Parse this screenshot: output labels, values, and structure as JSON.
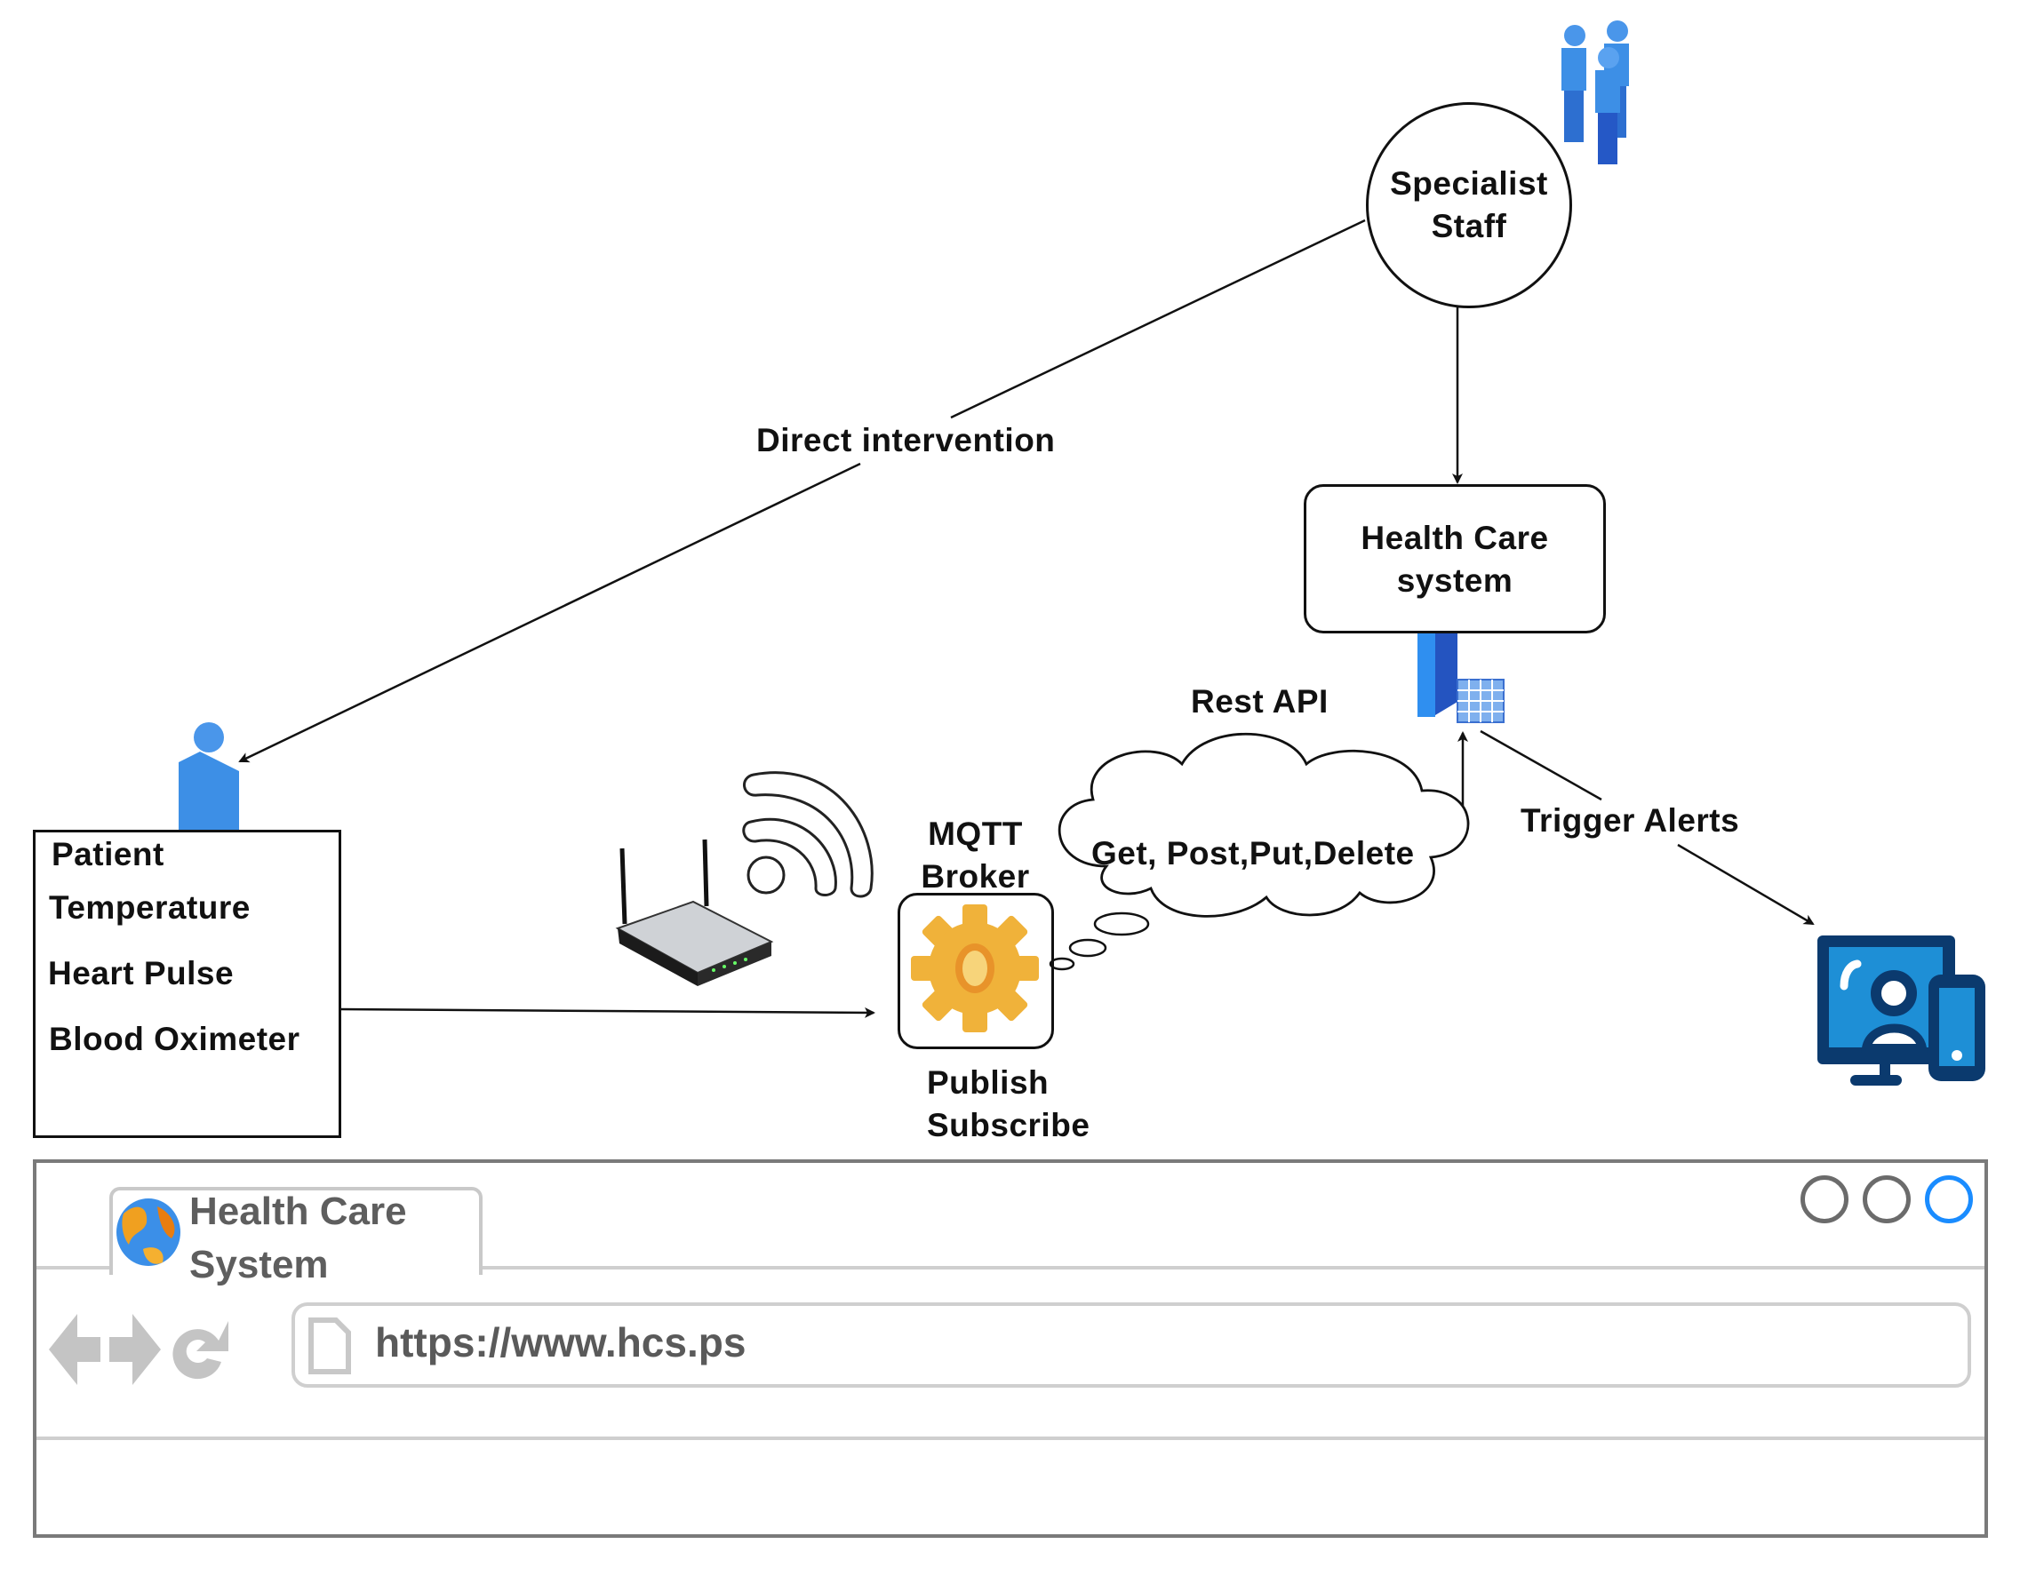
{
  "diagram": {
    "nodes": {
      "specialist": {
        "label_line1": "Specialist",
        "label_line2": "Staff",
        "icon": "staff-group-icon"
      },
      "health_care_system": {
        "label_line1": "Health Care",
        "label_line2": "system",
        "icon": "server-database-icon"
      },
      "patient": {
        "title": "Patient",
        "sensors": [
          "Temperature",
          "Heart Pulse",
          "Blood Oximeter"
        ],
        "icon": "patient-person-icon"
      },
      "router": {
        "icon": "wifi-router-icon",
        "signal_icon": "wifi-signal-icon"
      },
      "mqtt_broker": {
        "label_line1": "MQTT",
        "label_line2": "Broker",
        "caption_line1": "Publish",
        "caption_line2": "Subscribe",
        "icon": "gear-icon"
      },
      "rest_api": {
        "label": "Rest API",
        "cloud_text": "Get, Post,Put,Delete",
        "icon": "cloud-shape"
      },
      "alert_device": {
        "icon": "monitor-phone-user-icon"
      }
    },
    "edges": {
      "direct_intervention": "Direct intervention",
      "trigger_alerts": "Trigger Alerts"
    },
    "colors": {
      "icon_blue": "#3d8fe6",
      "device_dark": "#0b3a6e",
      "device_light": "#1e8fd6",
      "gear": "#f2b43a",
      "browser_accent": "#1a8cff"
    }
  },
  "browser": {
    "tab_title_line1": "Health Care",
    "tab_title_line2": "System",
    "url": "https://www.hcs.ps",
    "tab_icon": "globe-icon",
    "nav": {
      "back": "back-arrow-icon",
      "forward": "forward-arrow-icon",
      "reload": "reload-icon",
      "page": "page-icon"
    },
    "window_buttons": [
      "minimize",
      "maximize",
      "close"
    ]
  }
}
